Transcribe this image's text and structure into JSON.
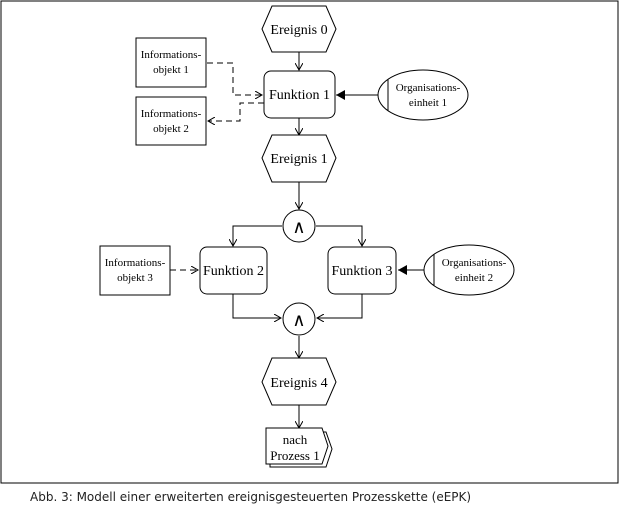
{
  "diagram": {
    "events": {
      "e0": "Ereignis 0",
      "e1": "Ereignis 1",
      "e4": "Ereignis 4"
    },
    "functions": {
      "f1": "Funktion 1",
      "f2": "Funktion 2",
      "f3": "Funktion 3"
    },
    "info_objects": {
      "io1": [
        "Informations-",
        "objekt 1"
      ],
      "io2": [
        "Informations-",
        "objekt 2"
      ],
      "io3": [
        "Informations-",
        "objekt 3"
      ]
    },
    "org_units": {
      "ou1": [
        "Organisations-",
        "einheit 1"
      ],
      "ou2": [
        "Organisations-",
        "einheit 2"
      ]
    },
    "connectors": {
      "and_split": "∧",
      "and_join": "∧"
    },
    "process_ref": [
      "nach",
      "Prozess 1"
    ]
  },
  "caption": "Abb. 3: Modell einer erweiterten ereignisgesteuerten Prozesskette (eEPK)"
}
